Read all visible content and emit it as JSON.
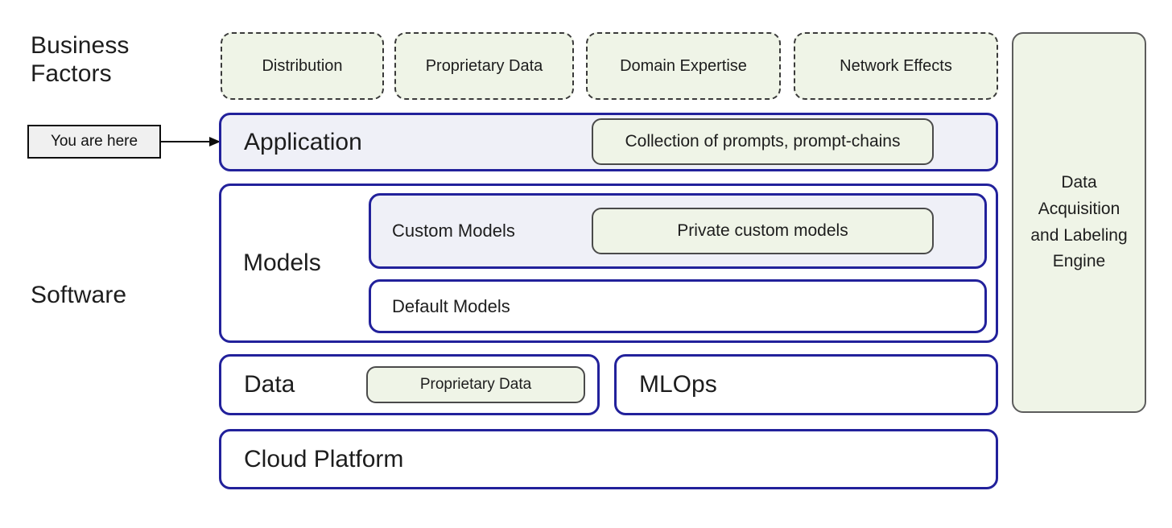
{
  "left_labels": {
    "business": "Business\nFactors",
    "software": "Software"
  },
  "callout": {
    "label": "You are here",
    "arrow_icon": "arrow-right-icon"
  },
  "business_factors": [
    {
      "label": "Distribution"
    },
    {
      "label": "Proprietary Data"
    },
    {
      "label": "Domain Expertise"
    },
    {
      "label": "Network Effects"
    }
  ],
  "stack": {
    "application": {
      "label": "Application",
      "pill": "Collection of prompts, prompt-chains"
    },
    "models": {
      "label": "Models",
      "custom": {
        "label": "Custom Models",
        "pill": "Private custom models"
      },
      "default": {
        "label": "Default Models"
      }
    },
    "data": {
      "label": "Data",
      "pill": "Proprietary Data"
    },
    "mlops": {
      "label": "MLOps"
    },
    "cloud": {
      "label": "Cloud Platform"
    }
  },
  "side_panel": {
    "label": "Data\nAcquisition\nand Labeling\nEngine"
  },
  "colors": {
    "navy_border": "#22219b",
    "lavender_fill": "#eff0f7",
    "green_fill": "#eff4e7",
    "green_border": "#4a4a4a",
    "dashed_border": "#3a3a3a",
    "callout_fill": "#f0f0f0",
    "callout_border": "#0d0d0d",
    "text": "#1d1d1d"
  }
}
